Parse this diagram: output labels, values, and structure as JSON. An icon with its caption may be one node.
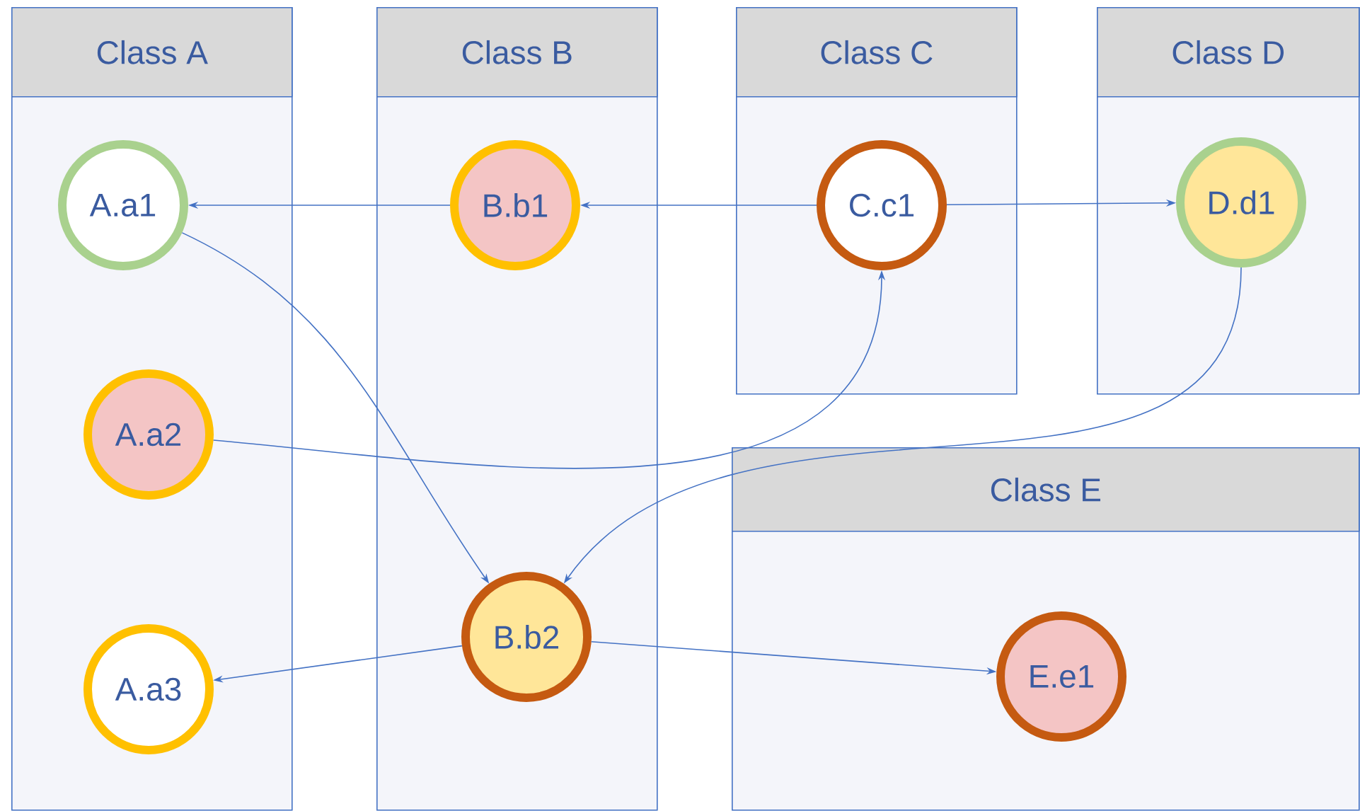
{
  "diagram": {
    "nodes": [
      {
        "text": [
          "Class A"
        ]
      },
      {
        "text": [
          "A.a1"
        ],
        "in": 0
      },
      {
        "text": [
          "A.a2"
        ],
        "in": 0
      },
      {
        "text": [
          "A.a3"
        ],
        "in": 0
      },
      {
        "text": [
          "Class B"
        ]
      },
      {
        "text": [
          "B.b1"
        ],
        "in": 4
      },
      {
        "text": [
          "B.b2"
        ],
        "in": 4
      },
      {
        "text": [
          "Class C"
        ]
      },
      {
        "text": [
          "C.c1"
        ],
        "in": 7
      },
      {
        "text": [
          "Class D"
        ]
      },
      {
        "text": [
          "D.d1"
        ],
        "in": 9
      },
      {
        "text": [
          "Class E"
        ]
      },
      {
        "text": [
          "E.e1"
        ],
        "in": 11
      }
    ],
    "edges": [
      {
        "from": 5,
        "to": 1,
        "arrow": "to"
      },
      {
        "from": 8,
        "to": 5,
        "arrow": "to"
      },
      {
        "from": 8,
        "to": 10,
        "arrow": "to"
      },
      {
        "from": 1,
        "to": 6,
        "arrow": "to"
      },
      {
        "from": 2,
        "to": 8,
        "arrow": "to"
      },
      {
        "from": 10,
        "to": 6,
        "arrow": "to"
      },
      {
        "from": 6,
        "to": 3,
        "arrow": "to"
      },
      {
        "from": 6,
        "to": 12,
        "arrow": "to"
      }
    ]
  }
}
